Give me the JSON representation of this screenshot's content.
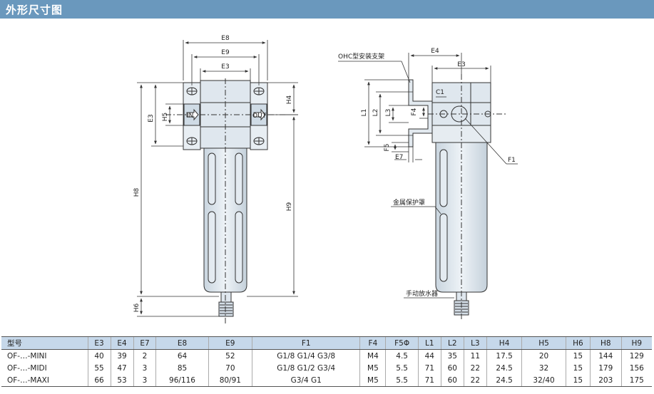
{
  "section_title": "外形尺寸图",
  "front_view": {
    "labels": {
      "e8": "E8",
      "e9": "E9",
      "e3": "E3",
      "e3_left": "E3",
      "h5": "H5",
      "h4": "H4",
      "h8": "H8",
      "h9": "H9",
      "h6": "H6",
      "in": "IN",
      "out": "OUT"
    }
  },
  "side_view": {
    "labels": {
      "bracket": "OHC型安装支架",
      "e4": "E4",
      "e3": "E3",
      "c1": "C1",
      "l1": "L1",
      "l2": "L2",
      "l3": "L3",
      "f4": "F4",
      "f5": "F5",
      "e7": "E7",
      "f1": "F1",
      "guard": "金属保护罩",
      "drain": "手动放水器"
    }
  },
  "table": {
    "headers": [
      "型号",
      "E3",
      "E4",
      "E7",
      "E8",
      "E9",
      "F1",
      "F4",
      "F5Φ",
      "L1",
      "L2",
      "L3",
      "H4",
      "H5",
      "H6",
      "H8",
      "H9"
    ],
    "rows": [
      [
        "OF-…-MINI",
        "40",
        "39",
        "2",
        "64",
        "52",
        "G1/8 G1/4 G3/8",
        "M4",
        "4.5",
        "44",
        "35",
        "11",
        "17.5",
        "20",
        "15",
        "144",
        "129"
      ],
      [
        "OF-…-MIDI",
        "55",
        "47",
        "3",
        "85",
        "70",
        "G1/8 G1/2 G3/4",
        "M5",
        "5.5",
        "71",
        "60",
        "22",
        "24.5",
        "32",
        "15",
        "179",
        "156"
      ],
      [
        "OF-…-MAXI",
        "66",
        "53",
        "3",
        "96/116",
        "80/91",
        "G3/4 G1",
        "M5",
        "5.5",
        "71",
        "60",
        "22",
        "24.5",
        "32/40",
        "15",
        "203",
        "175"
      ]
    ]
  },
  "colors": {
    "header_bg": "#6a98bd",
    "body_fill": "#dfe7ee",
    "table_header_bg": "#c6d8ea"
  }
}
